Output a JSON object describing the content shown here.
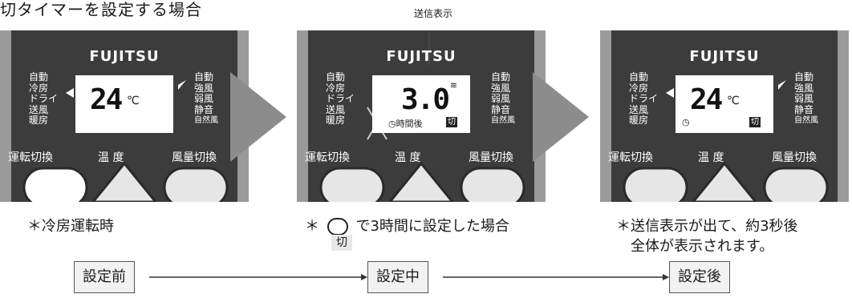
{
  "title": "切タイマーを設定する場合",
  "panels": [
    {
      "id": "before",
      "brand": "FUJITSU",
      "temp": "24",
      "unit": "℃",
      "modes_left": [
        "自動",
        "冷房",
        "ドライ",
        "送風",
        "暖房"
      ],
      "modes_right": [
        "自動",
        "強風",
        "弱風",
        "静音",
        "自然風"
      ],
      "buttons": [
        "運転切換",
        "温 度",
        "風量切換"
      ],
      "caption": "＊冷房運転時",
      "stage": "設定前"
    },
    {
      "id": "during",
      "brand": "FUJITSU",
      "temp": "3.0",
      "timer_text": "時間後",
      "kiri": "切",
      "modes_left": [
        "自動",
        "冷房",
        "ドライ",
        "送風",
        "暖房"
      ],
      "modes_right": [
        "自動",
        "強風",
        "弱風",
        "静音",
        "自然風"
      ],
      "buttons": [
        "運転切換",
        "温 度",
        "風量切換"
      ],
      "send_label": "送信表示",
      "caption_prefix": "＊",
      "caption": "で3時間に設定した場合",
      "caption_tag": "切",
      "stage": "設定中"
    },
    {
      "id": "after",
      "brand": "FUJITSU",
      "temp": "24",
      "unit": "℃",
      "kiri": "切",
      "modes_left": [
        "自動",
        "冷房",
        "ドライ",
        "送風",
        "暖房"
      ],
      "modes_right": [
        "自動",
        "強風",
        "弱風",
        "静音",
        "自然風"
      ],
      "buttons": [
        "運転切換",
        "温 度",
        "風量切換"
      ],
      "caption": "＊送信表示が出て、約3秒後",
      "caption2": "全体が表示されます。",
      "stage": "設定後"
    }
  ],
  "colors": {
    "remote_body": "#3c3c3c",
    "remote_side": "#9a9a9a",
    "arrow": "#8c8c8c",
    "button": "#ffffff"
  }
}
